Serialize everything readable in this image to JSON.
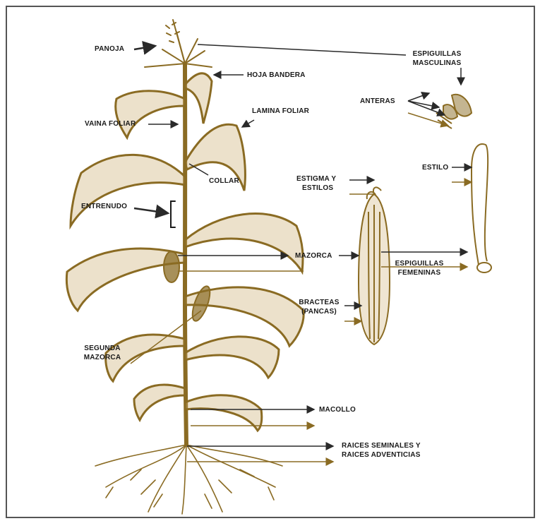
{
  "colors": {
    "plant": "#8a6b23",
    "plant_dark": "#6a4f12",
    "arrow_dark": "#2a2a2a",
    "arrow_brown": "#8a6b23",
    "frame": "#555555"
  },
  "labels": {
    "panoja": "PANOJA",
    "hoja_bandera": "HOJA BANDERA",
    "vaina_foliar": "VAINA FOLIAR",
    "lamina_foliar": "LAMINA FOLIAR",
    "collar": "COLLAR",
    "entrenudo": "ENTRENUDO",
    "mazorca": "MAZORCA",
    "segunda_mazorca_1": "SEGUNDA",
    "segunda_mazorca_2": "MAZORCA",
    "macollo": "MACOLLO",
    "raices_1": "RAICES SEMINALES Y",
    "raices_2": "RAICES ADVENTICIAS",
    "espiguillas_masc_1": "ESPIGUILLAS",
    "espiguillas_masc_2": "MASCULINAS",
    "anteras": "ANTERAS",
    "estilo": "ESTILO",
    "estigma_1": "ESTIGMA Y",
    "estigma_2": "ESTILOS",
    "espiguillas_fem_1": "ESPIGUILLAS",
    "espiguillas_fem_2": "FEMENINAS",
    "bracteas_1": "BRACTEAS",
    "bracteas_2": "(PANCAS)"
  }
}
